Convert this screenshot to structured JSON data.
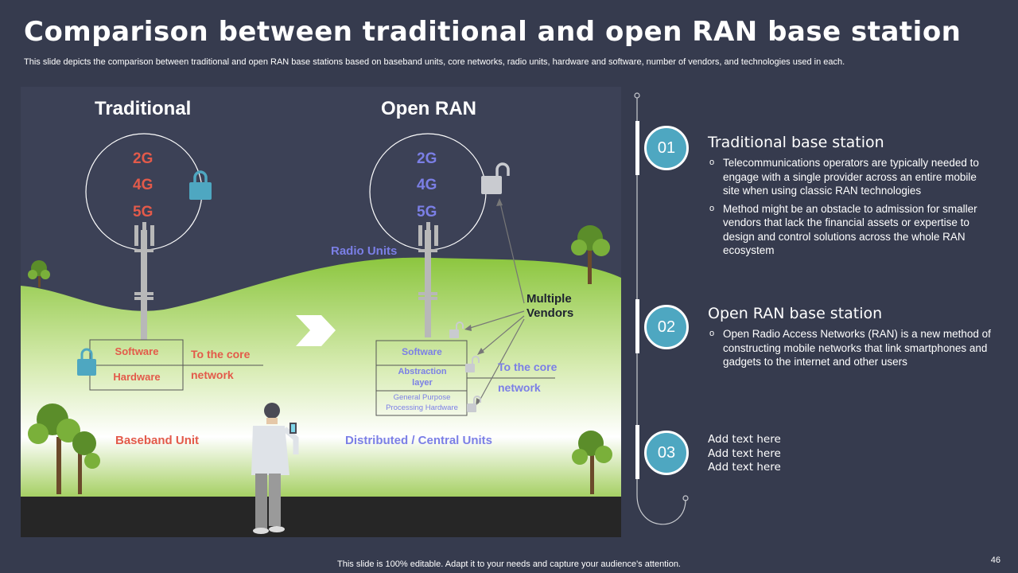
{
  "title": "Comparison between traditional and open RAN base station",
  "subtitle": "This slide depicts the comparison between traditional and open RAN base stations based on baseband units, core networks, radio units, hardware and software, number of vendors, and technologies used in each.",
  "illustration": {
    "traditional": {
      "heading": "Traditional",
      "generations": [
        "2G",
        "4G",
        "5G"
      ],
      "box_top": "Software",
      "box_bottom": "Hardware",
      "core_line1": "To the core",
      "core_line2": "network",
      "unit_label": "Baseband Unit"
    },
    "open": {
      "heading": "Open RAN",
      "generations": [
        "2G",
        "4G",
        "5G"
      ],
      "radio_units": "Radio Units",
      "box_top": "Software",
      "box_mid": "Abstraction layer",
      "box_bottom": "General Purpose Processing Hardware",
      "core_line1": "To the core",
      "core_line2": "network",
      "unit_label": "Distributed / Central Units",
      "vendors": "Multiple Vendors"
    },
    "colors": {
      "red": "#e35a4a",
      "blue": "#7b7fe6",
      "lock": "#4ea7c1",
      "grass": "#8cc63f"
    }
  },
  "sections": [
    {
      "number": "01",
      "title": "Traditional base station",
      "bullets": [
        "Telecommunications operators are typically needed to engage with a single provider across an entire mobile site when using classic RAN technologies",
        "Method might be an obstacle to admission for smaller vendors that lack the financial assets or expertise to design and control solutions across the whole RAN ecosystem"
      ]
    },
    {
      "number": "02",
      "title": "Open RAN base station",
      "bullets": [
        "Open Radio Access Networks (RAN) is a new method of constructing mobile networks that link smartphones and gadgets to the internet and other users"
      ]
    },
    {
      "number": "03",
      "lines": [
        "Add text here",
        "Add text here",
        "Add text here"
      ]
    }
  ],
  "footer": "This slide is 100% editable. Adapt it to your needs and capture your audience's attention.",
  "page_number": "46"
}
